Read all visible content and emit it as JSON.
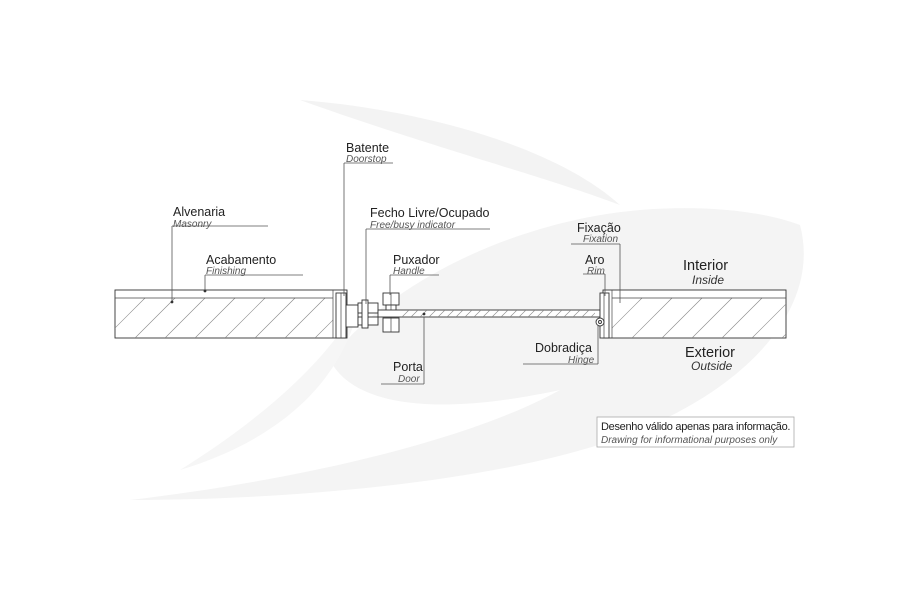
{
  "labels": {
    "alvenaria": {
      "pt": "Alvenaria",
      "en": "Masonry"
    },
    "acabamento": {
      "pt": "Acabamento",
      "en": "Finishing"
    },
    "batente": {
      "pt": "Batente",
      "en": "Doorstop"
    },
    "fecho": {
      "pt": "Fecho Livre/Ocupado",
      "en": "Free/busy indicator"
    },
    "puxador": {
      "pt": "Puxador",
      "en": "Handle"
    },
    "porta": {
      "pt": "Porta",
      "en": "Door"
    },
    "fixacao": {
      "pt": "Fixação",
      "en": "Fixation"
    },
    "aro": {
      "pt": "Aro",
      "en": "Rim"
    },
    "dobradica": {
      "pt": "Dobradiça",
      "en": "Hinge"
    }
  },
  "sides": {
    "interior": {
      "pt": "Interior",
      "en": "Inside"
    },
    "exterior": {
      "pt": "Exterior",
      "en": "Outside"
    }
  },
  "disclaimer": {
    "pt": "Desenho válido apenas para informação.",
    "en": "Drawing for informational purposes only"
  },
  "colors": {
    "line": "#333333",
    "watermark": "#f2f2f2"
  }
}
